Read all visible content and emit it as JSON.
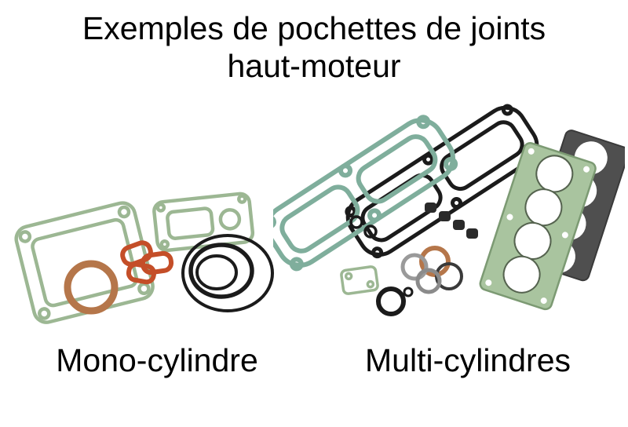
{
  "title": {
    "line1": "Exemples de pochettes de joints",
    "line2": "haut-moteur"
  },
  "labels": {
    "mono": "Mono-cylindre",
    "multi": "Multi-cylindres"
  },
  "colors": {
    "background": "#ffffff",
    "text": "#000000",
    "sage_green": "#9cb793",
    "head_gasket_green": "#a9c49f",
    "teal_green": "#7fae9c",
    "copper": "#b5764a",
    "orange_red": "#c44e28",
    "black_rubber": "#1b1b1b",
    "dark_gray": "#4f4f4f",
    "light_gray": "#9a9a9a"
  }
}
